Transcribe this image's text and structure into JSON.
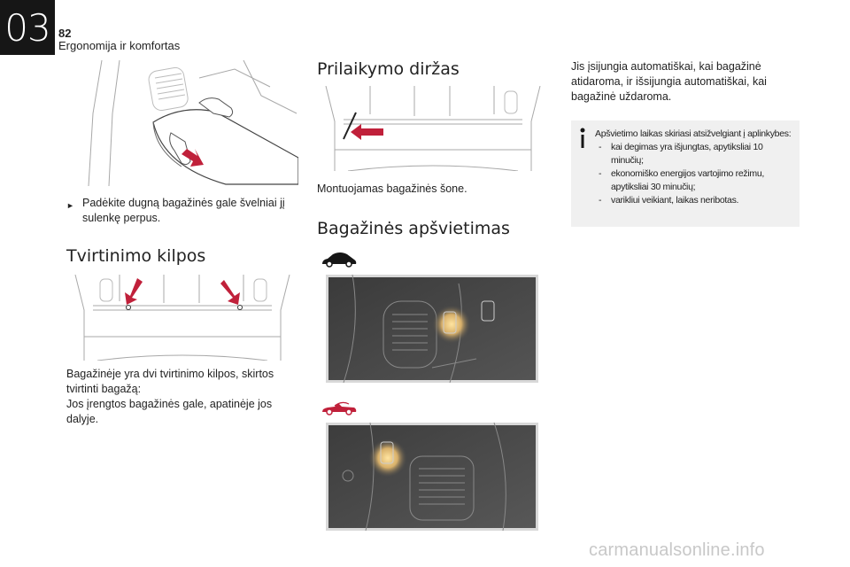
{
  "header": {
    "chapter_number": "03",
    "page_number": "82",
    "section_name": "Ergonomija ir komfortas"
  },
  "left": {
    "instruction": "Padėkite dugną bagažinės gale švelniai jį sulenkę perpus.",
    "heading": "Tvirtinimo kilpos",
    "body_line1": "Bagažinėje yra dvi tvirtinimo kilpos, skirtos tvirtinti bagažą:",
    "body_line2": "Jos įrengtos bagažinės gale, apatinėje jos dalyje."
  },
  "middle": {
    "belt_heading": "Prilaikymo diržas",
    "belt_caption": "Montuojamas bagažinės šone.",
    "light_heading": "Bagažinės apšvietimas"
  },
  "right": {
    "body": "Jis įsijungia automatiškai, kai bagažinė atidaroma, ir išsijungia automatiškai, kai bagažinė uždaroma.",
    "info_intro": "Apšvietimo laikas skiriasi atsižvelgiant į aplinkybes:",
    "info_items": [
      "kai degimas yra išjungtas, apytiksliai 10 minučių;",
      "ekonomiško energijos vartojimo režimu, apytiksliai 30 minučių;",
      "varikliui veikiant, laikas neribotas."
    ]
  },
  "footer": {
    "watermark": "carmanualsonline.info"
  },
  "colors": {
    "accent_red": "#c0203a",
    "chapter_tab_bg": "#161616",
    "info_box_bg": "#f0f0f0"
  }
}
